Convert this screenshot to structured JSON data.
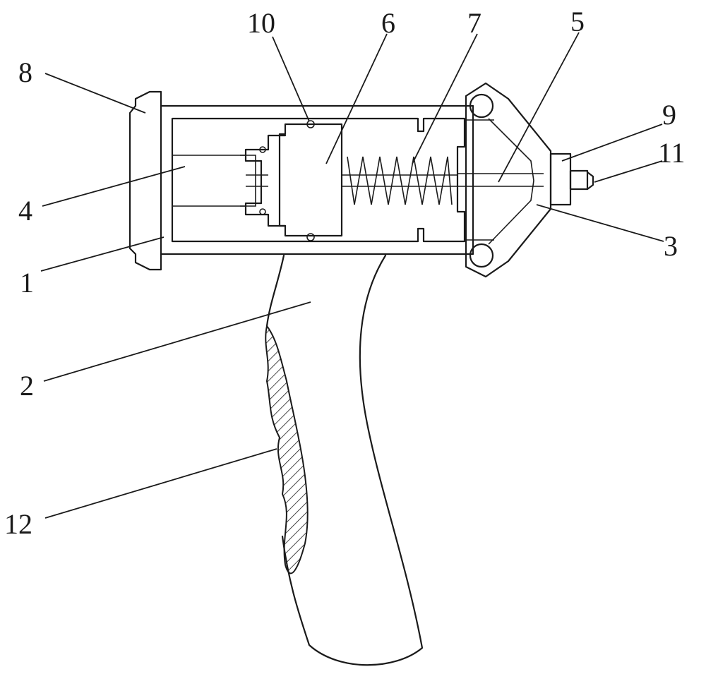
{
  "figure": {
    "labels": {
      "part_1": "1",
      "part_2": "2",
      "part_3": "3",
      "part_4": "4",
      "part_5": "5",
      "part_6": "6",
      "part_7": "7",
      "part_8": "8",
      "part_9": "9",
      "part_10": "10",
      "part_11": "11",
      "part_12": "12"
    }
  }
}
